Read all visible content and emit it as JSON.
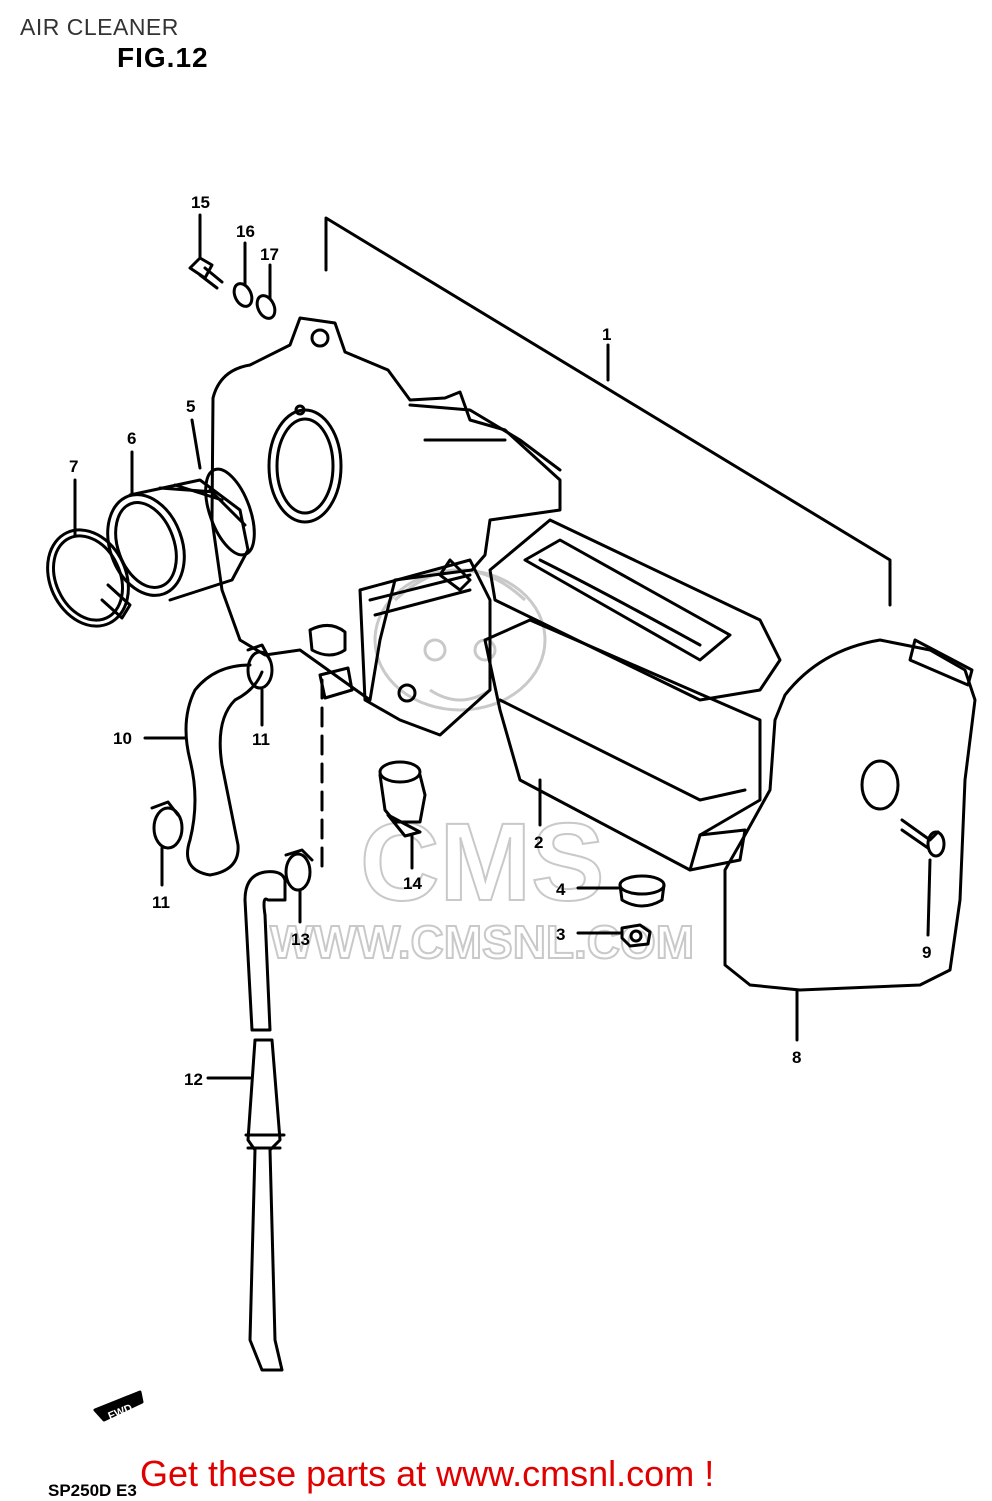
{
  "header": {
    "title": "AIR CLEANER",
    "figure": "FIG.12"
  },
  "watermark": {
    "brand": "CMS",
    "url": "WWW.CMSNL.COM"
  },
  "parts": [
    {
      "ref": "1"
    },
    {
      "ref": "2"
    },
    {
      "ref": "3"
    },
    {
      "ref": "4"
    },
    {
      "ref": "5"
    },
    {
      "ref": "6"
    },
    {
      "ref": "7"
    },
    {
      "ref": "8"
    },
    {
      "ref": "9"
    },
    {
      "ref": "10"
    },
    {
      "ref": "11"
    },
    {
      "ref": "11"
    },
    {
      "ref": "12"
    },
    {
      "ref": "13"
    },
    {
      "ref": "14"
    },
    {
      "ref": "15"
    },
    {
      "ref": "16"
    },
    {
      "ref": "17"
    }
  ],
  "footer": {
    "model_code": "SP250D E3",
    "front_marker": "FWD",
    "cta_link": "Get these parts at www.cmsnl.com !"
  },
  "colors": {
    "line": "#000000",
    "cta": "#e00000",
    "watermark": "#c9c9c9"
  }
}
